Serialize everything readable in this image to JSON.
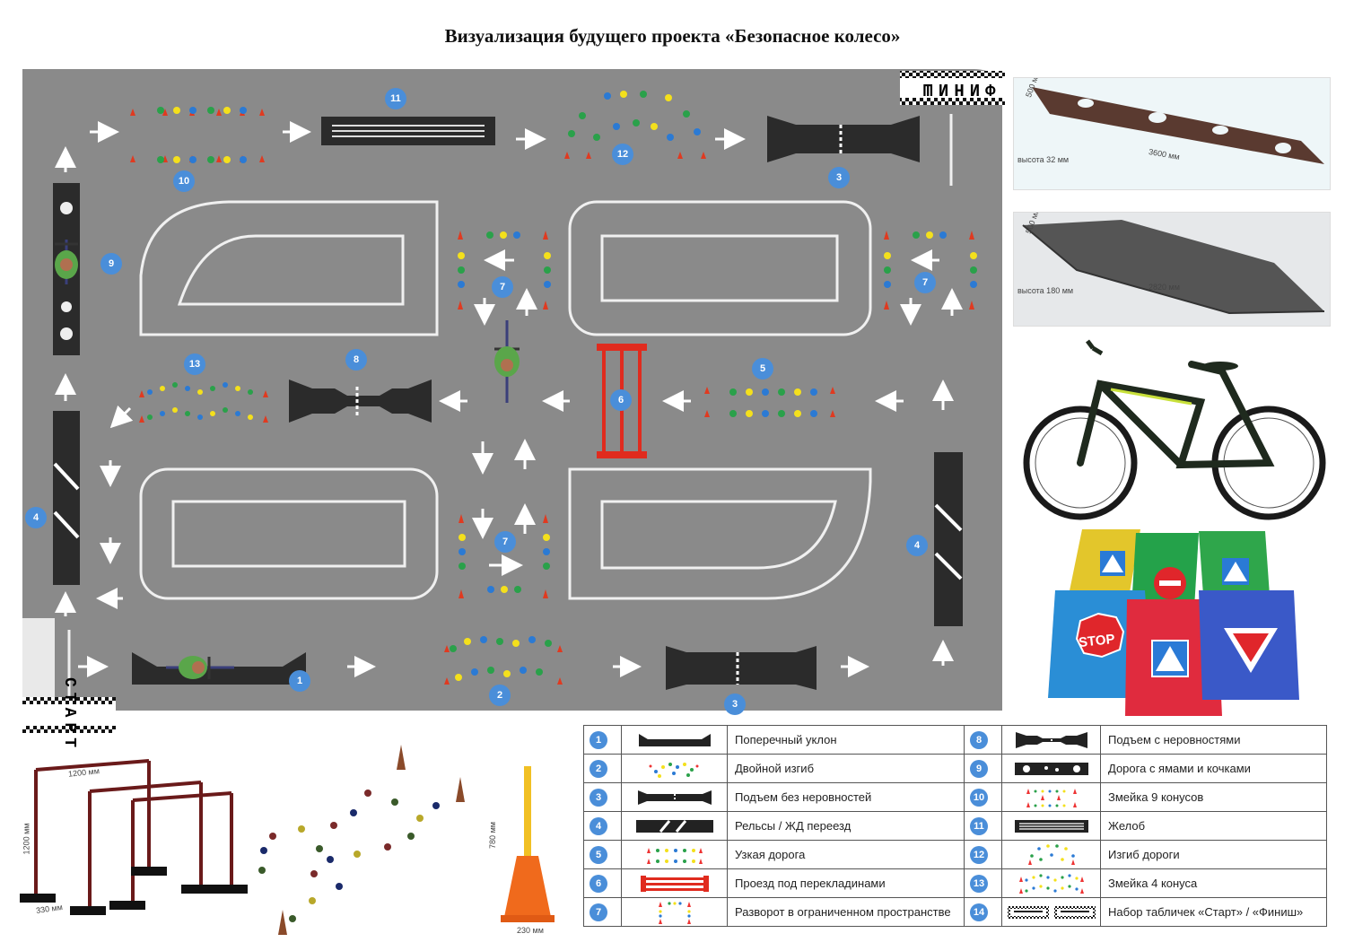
{
  "title": "Визуализация будущего проекта «Безопасное колесо»",
  "colors": {
    "track": "#8a8a8a",
    "badge": "#4a8ed9",
    "cone": "#e03a20"
  },
  "field": {
    "start_sign": "СТАРТ",
    "finish_sign": "ФИНИШ",
    "stations": [
      "1",
      "2",
      "3",
      "3",
      "4",
      "4",
      "5",
      "6",
      "7",
      "7",
      "7",
      "8",
      "9",
      "10",
      "11",
      "12",
      "13"
    ]
  },
  "legend": [
    {
      "n": "1",
      "label": "Поперечный уклон",
      "icon": "slope-icon"
    },
    {
      "n": "2",
      "label": "Двойной изгиб",
      "icon": "double-bend-icon"
    },
    {
      "n": "3",
      "label": "Подъем без неровностей",
      "icon": "ramp-icon"
    },
    {
      "n": "4",
      "label": "Рельсы / ЖД переезд",
      "icon": "rails-icon"
    },
    {
      "n": "5",
      "label": "Узкая дорога",
      "icon": "narrow-road-icon"
    },
    {
      "n": "6",
      "label": "Проезд под перекладинами",
      "icon": "crossbar-icon"
    },
    {
      "n": "7",
      "label": "Разворот  в ограниченном пространстве",
      "icon": "turn-icon"
    },
    {
      "n": "8",
      "label": "Подъем с неровностями",
      "icon": "bumpy-ramp-icon"
    },
    {
      "n": "9",
      "label": "Дорога с ямами и кочками",
      "icon": "pothole-road-icon"
    },
    {
      "n": "10",
      "label": "Змейка 9 конусов",
      "icon": "slalom9-icon"
    },
    {
      "n": "11",
      "label": "Желоб",
      "icon": "gutter-icon"
    },
    {
      "n": "12",
      "label": "Изгиб дороги",
      "icon": "road-bend-icon"
    },
    {
      "n": "13",
      "label": "Змейка 4 конуса",
      "icon": "slalom4-icon"
    },
    {
      "n": "14",
      "label": "Набор табличек «Старт» / «Финиш»",
      "icon": "signs-icon"
    }
  ],
  "dimensions": {
    "board_width": "500 мм",
    "board_length": "3600 мм",
    "board_height": "высота 32 мм",
    "ramp_width": "500 мм",
    "ramp_length": "2820 мм",
    "ramp_height": "высота 180 мм",
    "bar_width": "1200 мм",
    "bar_height": "1200 мм",
    "bar_base": "330 мм",
    "cone_height": "780 мм",
    "cone_base": "230 мм"
  },
  "vests": {
    "stop": "STOP"
  }
}
